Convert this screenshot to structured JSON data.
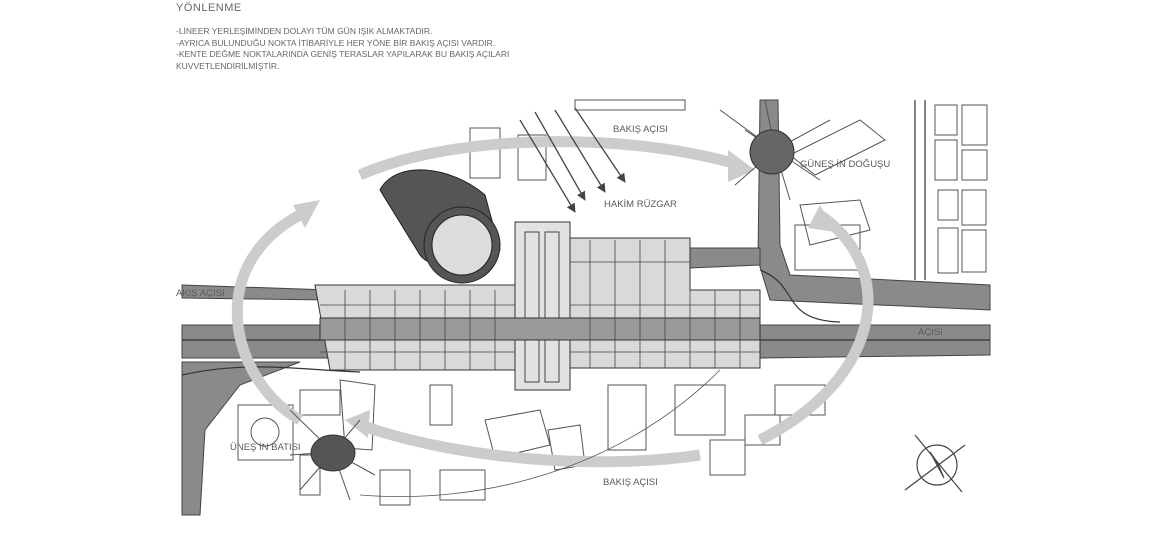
{
  "heading": "YÖNLENME",
  "notes": [
    "-LİNEER YERLEŞİMİNDEN  DOLAYI TÜM GÜN IŞIK ALMAKTADIR.",
    "-AYRICA BULUNDUĞU NOKTA İTİBARİYLE HER YÖNE BİR BAKIŞ AÇISI VARDIR.",
    "-KENTE DEĞME NOKTALARINDA GENİŞ TERASLAR YAPILARAK BU BAKIŞ AÇILARI",
    "KUVVETLENDİRİLMİŞTİR."
  ],
  "labels": {
    "view_top": "BAKIŞ AÇISI",
    "wind": "HAKİM RÜZGAR",
    "sunrise": "GÜNEŞ İN DOĞUŞU",
    "view_left": "AKIŞ AÇISI",
    "view_right": "AÇISI",
    "sunset": "ÜNEŞ İN BATISI",
    "view_bottom": "BAKIŞ AÇISI"
  },
  "colors": {
    "road": "#8a8a8a",
    "building_dark": "#555555",
    "arrow": "#cccccc",
    "sun": "#666666",
    "line": "#444444"
  }
}
